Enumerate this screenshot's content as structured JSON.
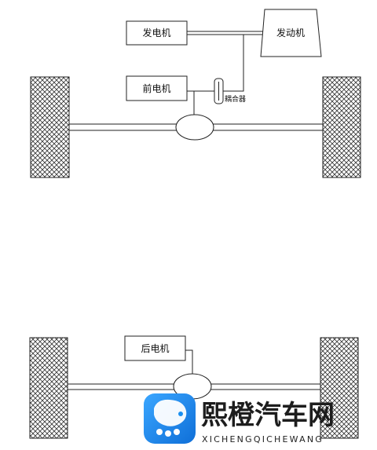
{
  "front_axle": {
    "generator_label": "发电机",
    "engine_label": "发动机",
    "front_motor_label": "前电机",
    "coupler_label": "耦合器"
  },
  "rear_axle": {
    "rear_motor_label": "后电机"
  },
  "watermark": {
    "brand_name": "熙橙汽车网",
    "brand_pinyin": "XICHENGQICHEWANG",
    "accent_color": "#1a8ff0"
  }
}
